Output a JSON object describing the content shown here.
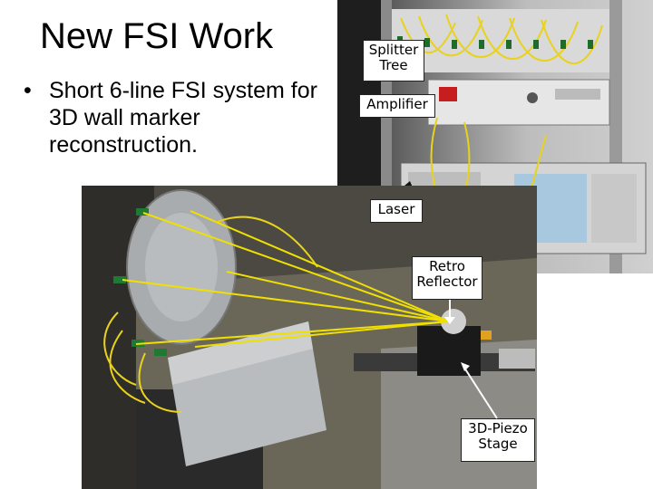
{
  "slide": {
    "title": "New FSI Work",
    "bullet_marker": "•",
    "bullet_text": "Short 6-line FSI system for 3D wall marker reconstruction."
  },
  "photo_labels": {
    "splitter_tree": "Splitter Tree",
    "amplifier": "Amplifier",
    "laser": "Laser",
    "retro_reflector": "Retro Reflector",
    "piezo_stage": "3D-Piezo Stage"
  },
  "colors": {
    "fiber_yellow": "#e8d21c",
    "laser_line": "#f0e000",
    "callout_bg": "#ffffff"
  }
}
